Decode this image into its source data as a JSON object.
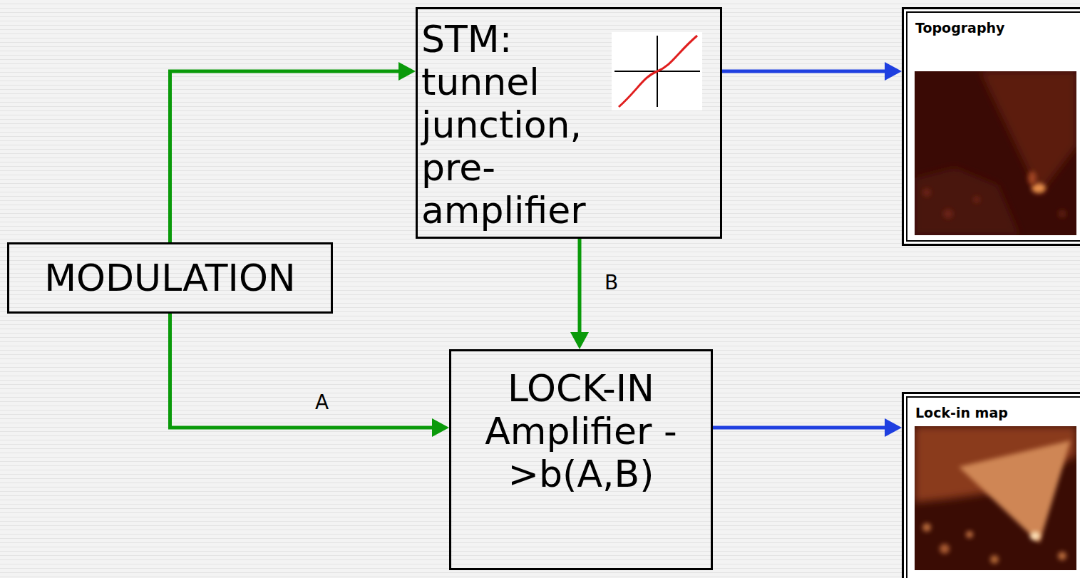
{
  "diagram": {
    "nodes": [
      {
        "text": [
          "STM: tunnel junction, pre-amplifier"
        ]
      },
      {
        "text": [
          "Topography"
        ]
      },
      {
        "text": [
          "MODULATION"
        ]
      },
      {
        "text": [
          "LOCK-IN Amplifier ->b(A,B)"
        ]
      },
      {
        "text": [
          "Lock-in map"
        ]
      }
    ],
    "edges": [
      {
        "from": 2,
        "to": 0,
        "arrow": "to"
      },
      {
        "from": 0,
        "to": 1,
        "arrow": "to"
      },
      {
        "from": 0,
        "to": 3,
        "label": "B",
        "arrow": "to"
      },
      {
        "from": 2,
        "to": 3,
        "label": "A",
        "arrow": "to"
      },
      {
        "from": 3,
        "to": 4,
        "arrow": "to"
      }
    ]
  }
}
